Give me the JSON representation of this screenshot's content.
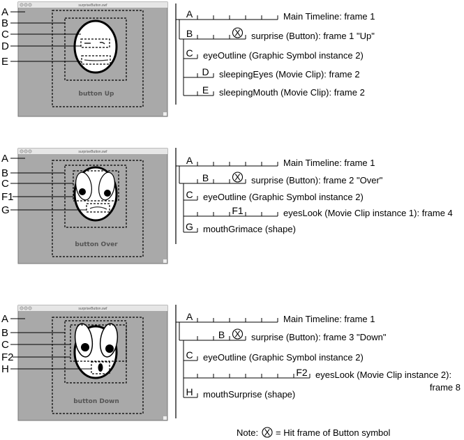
{
  "panels": [
    {
      "window_title": "surpriseButton.swf",
      "caption": "button Up",
      "callouts": [
        "A",
        "B",
        "C",
        "D",
        "E"
      ],
      "timeline": [
        {
          "letter": "A",
          "depth": 0,
          "frames": 6,
          "label_frame": 0,
          "text": "Main Timeline: frame 1"
        },
        {
          "letter": "B",
          "depth": 1,
          "frames": 4,
          "label_frame": 0,
          "hit_frame": 3,
          "text": "surprise (Button): frame 1 \"Up\""
        },
        {
          "letter": "C",
          "depth": 2,
          "frames": 1,
          "label_frame": 0,
          "text": "eyeOutline (Graphic Symbol instance 2)"
        },
        {
          "letter": "D",
          "depth": 2,
          "frames": 2,
          "label_frame": 1,
          "text": "sleepingEyes (Movie Clip): frame 2"
        },
        {
          "letter": "E",
          "depth": 2,
          "frames": 2,
          "label_frame": 1,
          "text": "sleepingMouth (Movie Clip): frame 2"
        }
      ]
    },
    {
      "window_title": "surpriseButton.swf",
      "caption": "button Over",
      "callouts": [
        "A",
        "B",
        "C",
        "F1",
        "G"
      ],
      "timeline": [
        {
          "letter": "A",
          "depth": 0,
          "frames": 6,
          "label_frame": 0,
          "text": "Main Timeline: frame 1"
        },
        {
          "letter": "B",
          "depth": 1,
          "frames": 4,
          "label_frame": 1,
          "hit_frame": 3,
          "text": "surprise (Button): frame 2 \"Over\""
        },
        {
          "letter": "C",
          "depth": 2,
          "frames": 1,
          "label_frame": 0,
          "text": "eyeOutline (Graphic Symbol instance 2)"
        },
        {
          "letter": "F1",
          "depth": 2,
          "frames": 6,
          "label_frame": 3,
          "text": "eyesLook (Movie Clip instance 1): frame 4"
        },
        {
          "letter": "G",
          "depth": 2,
          "frames": 1,
          "label_frame": 0,
          "text": "mouthGrimace (shape)"
        }
      ]
    },
    {
      "window_title": "surpriseButton.swf",
      "caption": "button Down",
      "callouts": [
        "A",
        "B",
        "C",
        "F2",
        "H"
      ],
      "timeline": [
        {
          "letter": "A",
          "depth": 0,
          "frames": 6,
          "label_frame": 0,
          "text": "Main Timeline: frame 1"
        },
        {
          "letter": "B",
          "depth": 1,
          "frames": 4,
          "label_frame": 2,
          "hit_frame": 3,
          "text": "surprise (Button): frame 3 \"Down\""
        },
        {
          "letter": "C",
          "depth": 2,
          "frames": 1,
          "label_frame": 0,
          "text": "eyeOutline (Graphic Symbol instance 2)"
        },
        {
          "letter": "F2",
          "depth": 2,
          "frames": 8,
          "label_frame": 7,
          "text": "eyesLook (Movie Clip instance 2):",
          "text2": "frame 8"
        },
        {
          "letter": "H",
          "depth": 2,
          "frames": 1,
          "label_frame": 0,
          "text": "mouthSurprise (shape)"
        }
      ]
    }
  ],
  "note": {
    "prefix": "Note:",
    "suffix": "= Hit frame of Button symbol",
    "symbol": "X"
  },
  "colors": {
    "stage": "#a9a9a9",
    "titlebar": "#e6e6e6",
    "ink": "#000000"
  }
}
